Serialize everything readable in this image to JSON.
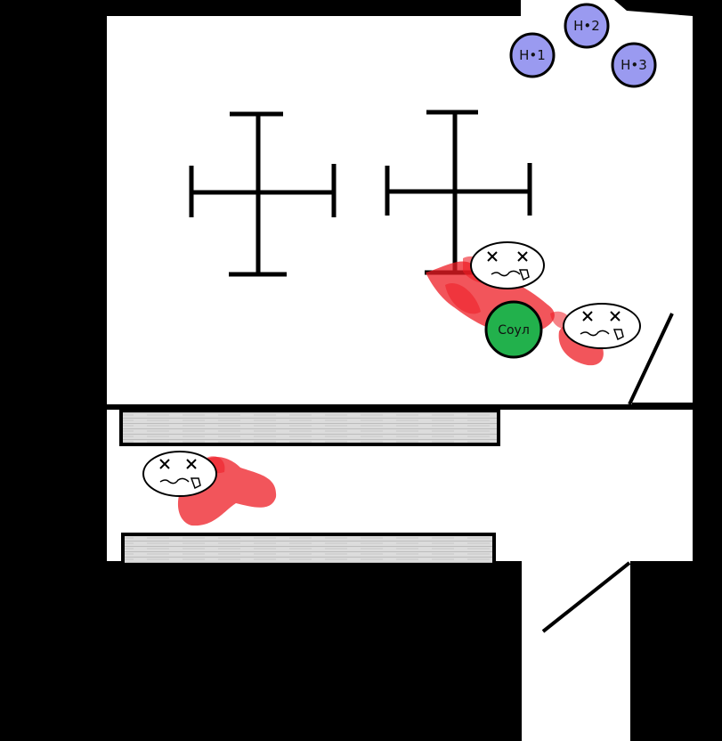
{
  "map": {
    "colors": {
      "wall": "#000000",
      "floor": "#ffffff",
      "table": "#d9d9d9",
      "blood": "#ee1c24",
      "enemy_token": "#9a9af0",
      "player_token": "#22b14c"
    }
  },
  "enemies": [
    {
      "label": "Н•1",
      "icon": "enemy-token"
    },
    {
      "label": "Н•2",
      "icon": "enemy-token"
    },
    {
      "label": "Н•3",
      "icon": "enemy-token"
    }
  ],
  "player": {
    "label": "Соул",
    "icon": "player-token"
  },
  "corpses": [
    {
      "icon": "dead-face-icon"
    },
    {
      "icon": "dead-face-icon"
    },
    {
      "icon": "dead-face-icon"
    }
  ],
  "furniture": [
    {
      "icon": "cross-table-icon"
    },
    {
      "icon": "cross-table-icon"
    },
    {
      "icon": "bench-icon"
    },
    {
      "icon": "bench-icon"
    }
  ],
  "doors": [
    {
      "icon": "door-icon",
      "state": "open"
    },
    {
      "icon": "door-icon",
      "state": "open"
    }
  ]
}
